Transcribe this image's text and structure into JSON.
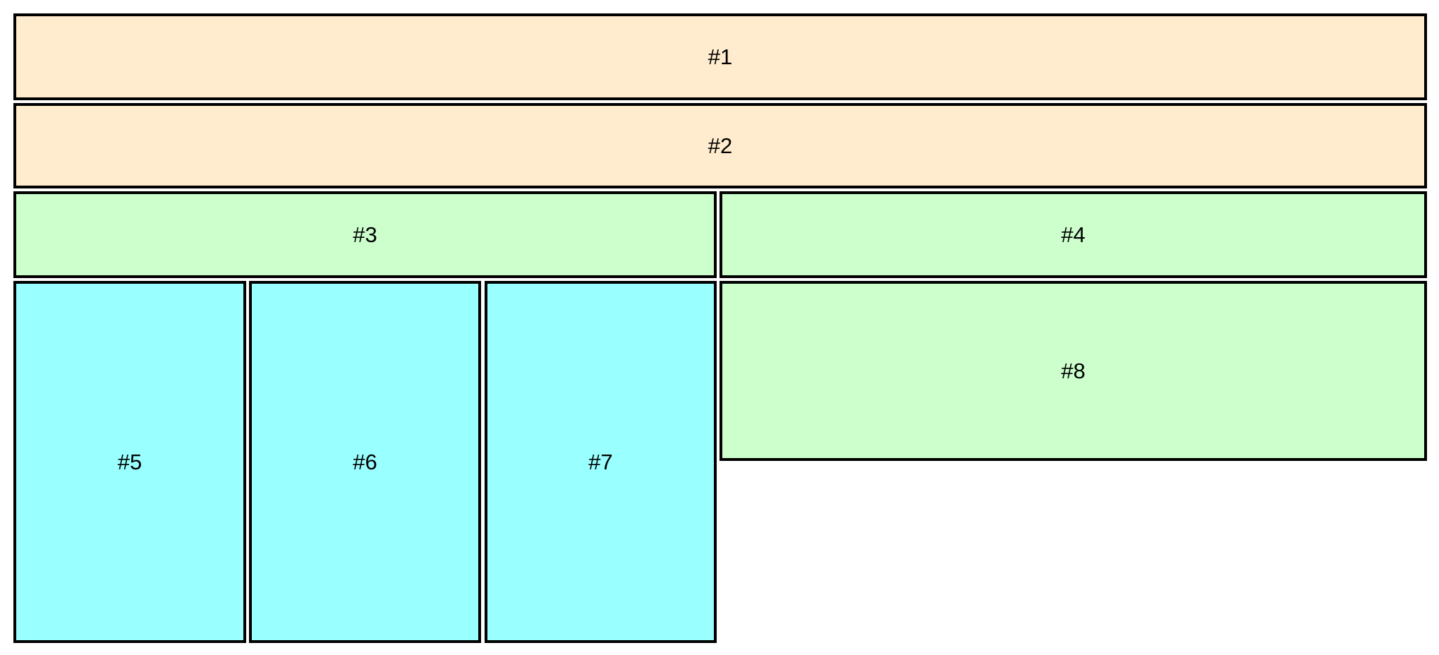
{
  "page": {
    "background_color": "#ffffff",
    "border_color": "#000000",
    "text_color": "#000000"
  },
  "palette": {
    "tan": "#ffebcd",
    "green": "#ccffcc",
    "cyan": "#99ffff"
  },
  "boxes": [
    {
      "label": "#1",
      "color": "#ffebcd"
    },
    {
      "label": "#2",
      "color": "#ffebcd"
    },
    {
      "label": "#3",
      "color": "#ccffcc"
    },
    {
      "label": "#4",
      "color": "#ccffcc"
    },
    {
      "label": "#5",
      "color": "#99ffff"
    },
    {
      "label": "#6",
      "color": "#99ffff"
    },
    {
      "label": "#7",
      "color": "#99ffff"
    },
    {
      "label": "#8",
      "color": "#ccffcc"
    }
  ]
}
